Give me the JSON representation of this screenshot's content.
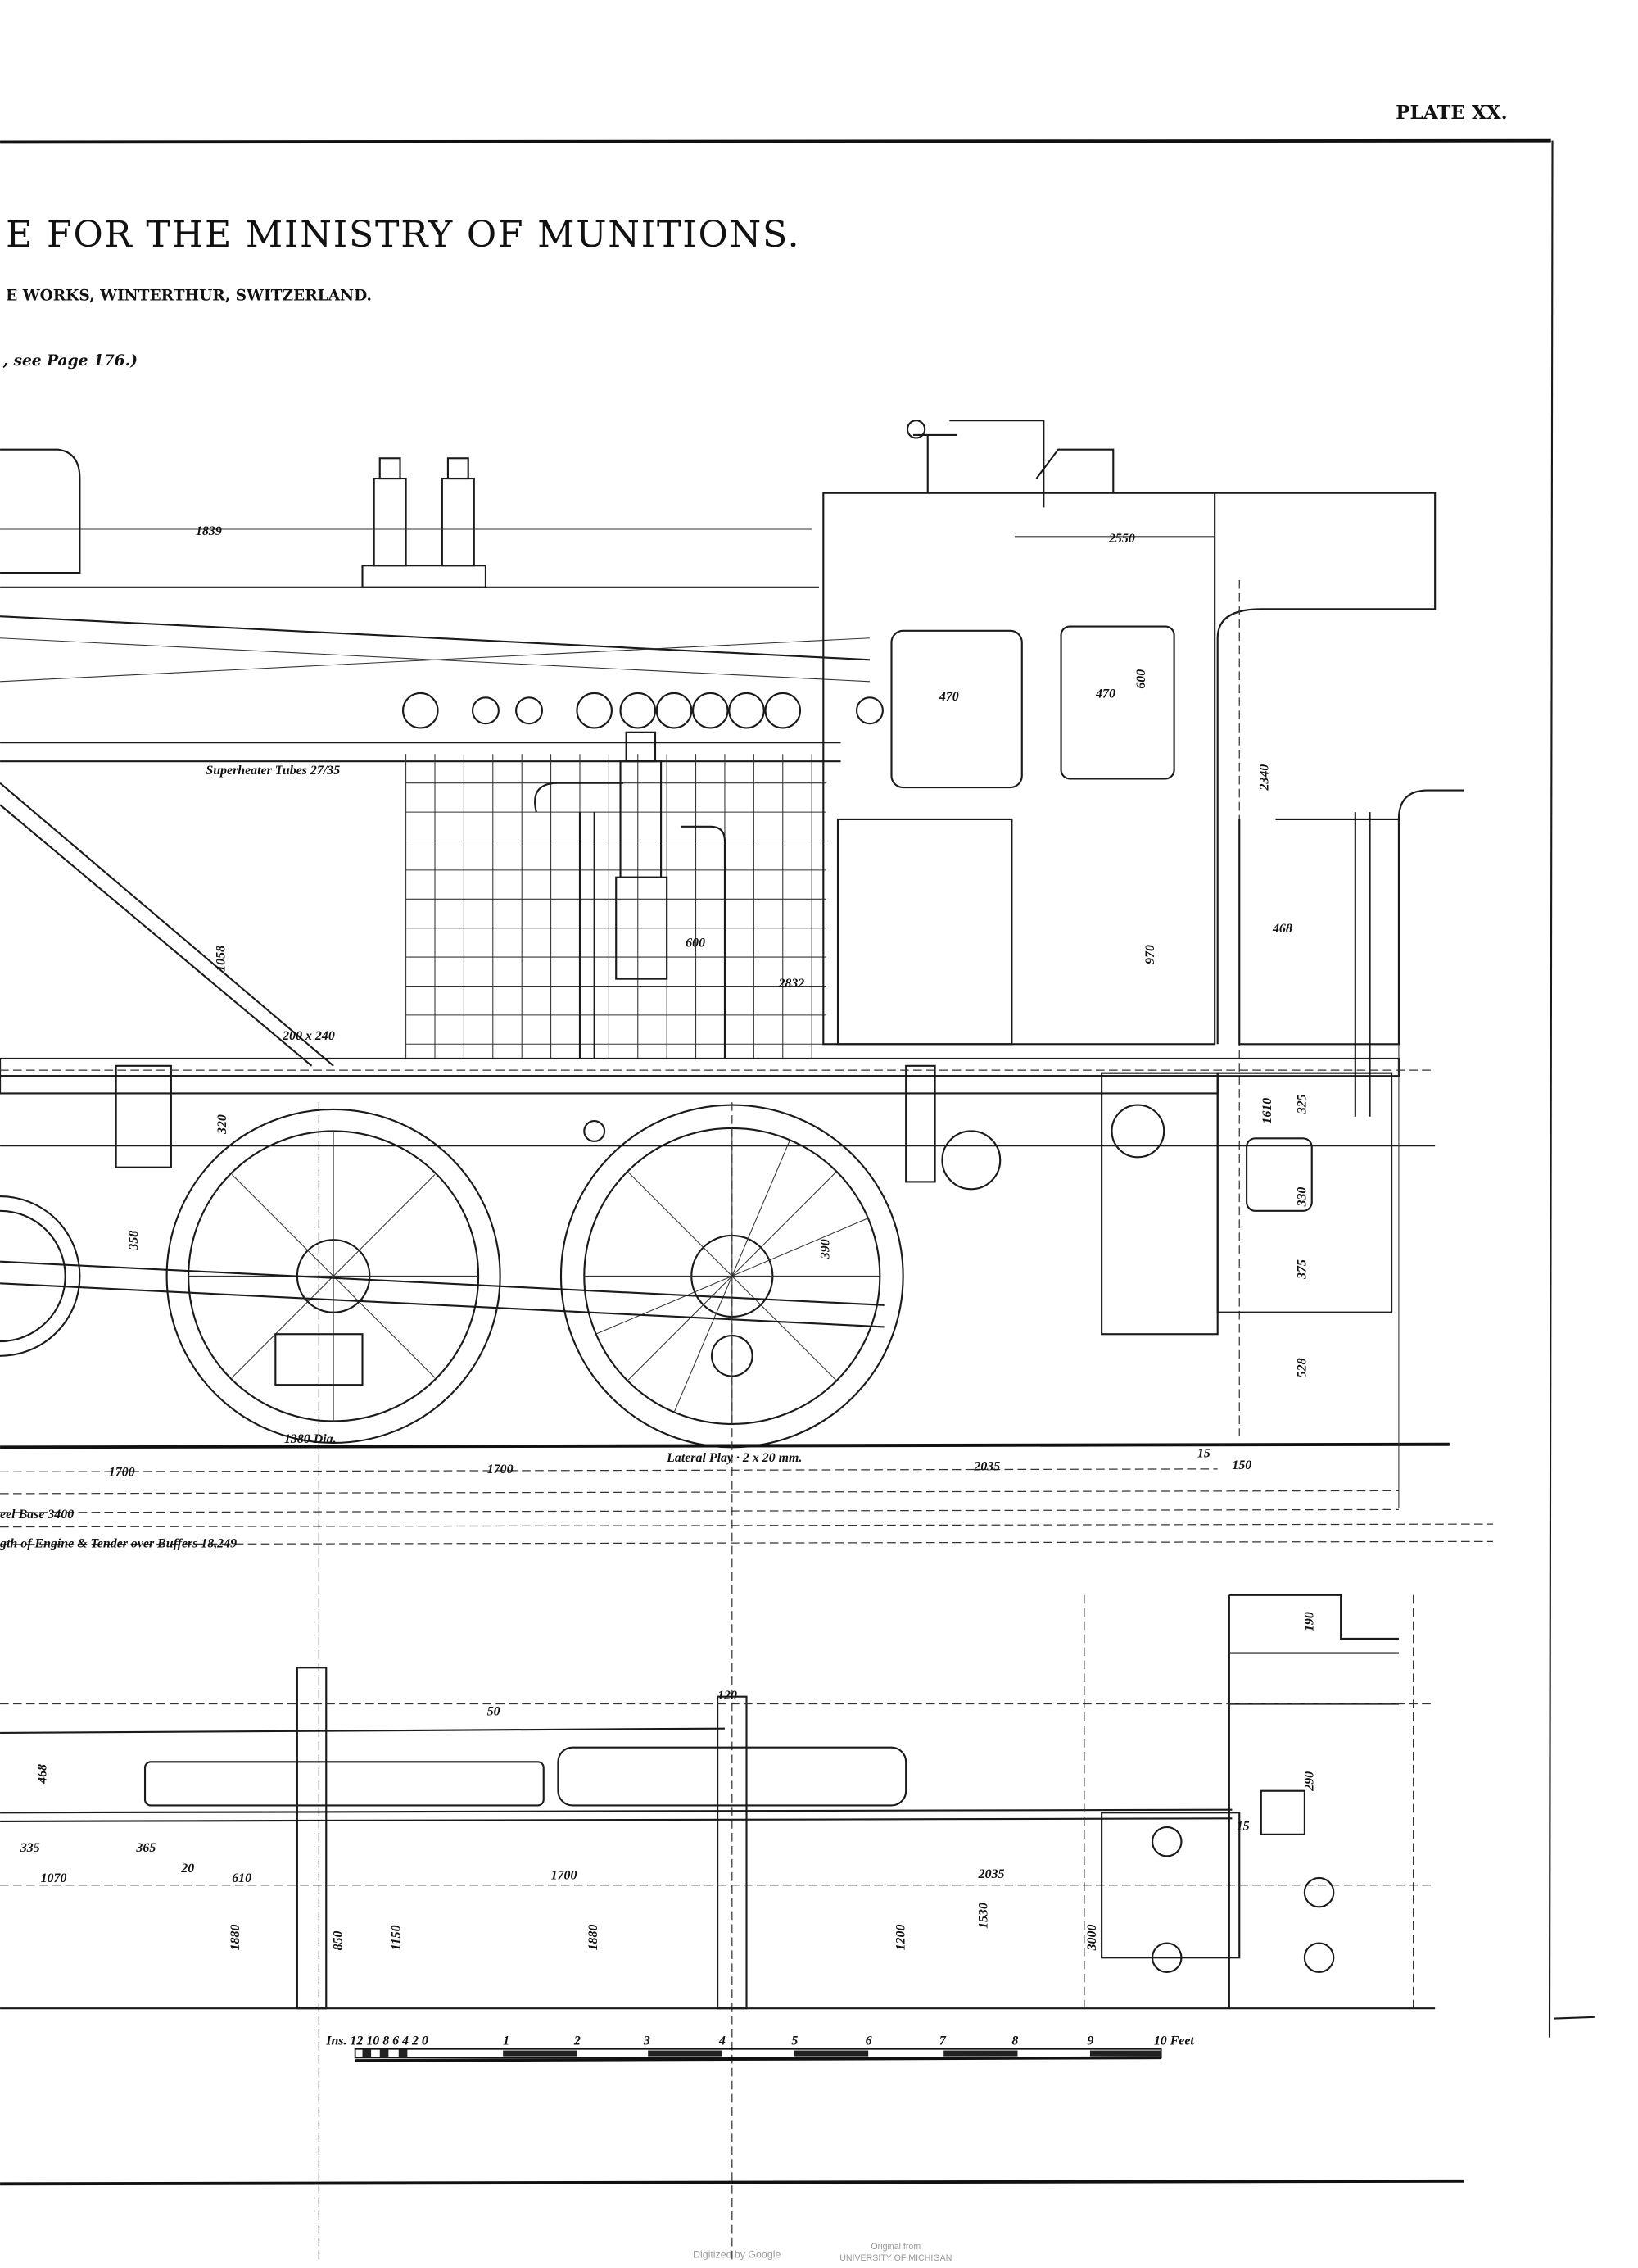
{
  "header": {
    "plate": "PLATE XX.",
    "title": "E FOR THE MINISTRY OF MUNITIONS.",
    "subtitle": "E WORKS, WINTERTHUR, SWITZERLAND.",
    "reference": ", see Page 176.)"
  },
  "elevation_labels": {
    "d1839": "1839",
    "d2550": "2550",
    "d470a": "470",
    "d470b": "470",
    "d600": "600",
    "d2340": "2340",
    "d468": "468",
    "d970": "970",
    "d1610": "1610",
    "d325": "325",
    "d330": "330",
    "d375": "375",
    "d528": "528",
    "d1058": "1058",
    "d320": "320",
    "d358": "358",
    "d390": "390",
    "d600b": "600",
    "d2832": "2832",
    "superheater": "Superheater Tubes 27/35",
    "d200x240": "200 x 240",
    "wheel_dia": "1380 Dia.",
    "lateral_play": "Lateral Play · 2 x 20 mm.",
    "d1700a": "1700",
    "d1700b": "1700",
    "d2035": "2035",
    "d15": "15",
    "d150": "150",
    "wheel_base": "eel Base 3400",
    "overall_length": "gth of Engine & Tender over Buffers 18,249"
  },
  "plan_labels": {
    "d335": "335",
    "d365": "365",
    "d1070": "1070",
    "d610": "610",
    "d20": "20",
    "d1700": "1700",
    "d2035": "2035",
    "d1880a": "1880",
    "d1880b": "1880",
    "d850": "850",
    "d1150": "1150",
    "d1200": "1200",
    "d1530": "1530",
    "d3000": "3000",
    "d290": "290",
    "d190": "190",
    "d15": "15",
    "d468": "468",
    "d120": "120",
    "d50": "50"
  },
  "scale_bar": {
    "inches_label": "Ins. 12 10 8 6 4 2 0",
    "feet_ticks": [
      "1",
      "2",
      "3",
      "4",
      "5",
      "6",
      "7",
      "8",
      "9"
    ],
    "end_label": "10 Feet"
  },
  "footer": {
    "digitized": "Digitized by Google",
    "original_from": "Original from",
    "institution": "UNIVERSITY OF MICHIGAN"
  }
}
